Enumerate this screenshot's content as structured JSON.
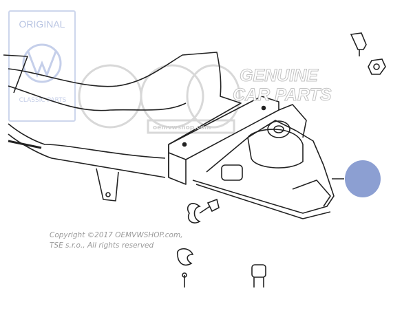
{
  "watermark": {
    "original_label": "ORIGINAL",
    "classic_label": "CLASSIC PARTS",
    "genuine_line1": "GENUINE",
    "genuine_line2": "CAR PARTS",
    "site": "oemvwshop.com"
  },
  "copyright": {
    "line1": "Copyright ©2017 OEMVWSHOP.com,",
    "line2": "TSE s.r.o., All rights reserved"
  },
  "callout": {
    "color": "#8c9fd2"
  }
}
